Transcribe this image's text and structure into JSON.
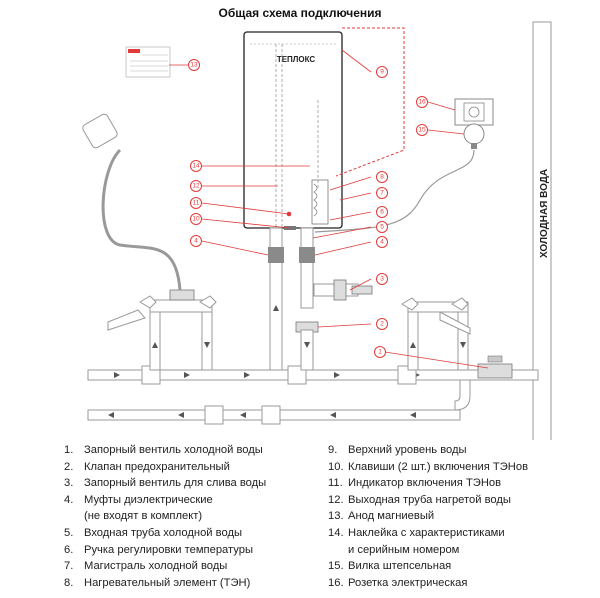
{
  "title": "Общая схема подключения",
  "brand": "ТЕПЛОКС",
  "wall_label": "ХОЛОДНАЯ ВОДА",
  "callouts": [
    "1",
    "2",
    "3",
    "4",
    "4",
    "5",
    "6",
    "7",
    "8",
    "9",
    "10",
    "11",
    "12",
    "13",
    "14",
    "15",
    "16"
  ],
  "legend_left": [
    {
      "num": "1.",
      "text": "Запорный вентиль холодной воды"
    },
    {
      "num": "2.",
      "text": "Клапан предохранительный"
    },
    {
      "num": "3.",
      "text": "Запорный вентиль для слива воды"
    },
    {
      "num": "4.",
      "text": "Муфты диэлектрические"
    },
    {
      "num": "",
      "text": "(не входят в комплект)"
    },
    {
      "num": "5.",
      "text": "Входная труба холодной воды"
    },
    {
      "num": "6.",
      "text": "Ручка регулировки температуры"
    },
    {
      "num": "7.",
      "text": "Магистраль холодной воды"
    },
    {
      "num": "8.",
      "text": "Нагревательный элемент (ТЭН)"
    }
  ],
  "legend_right": [
    {
      "num": "9.",
      "text": "Верхний уровень воды"
    },
    {
      "num": "10.",
      "text": "Клавиши (2 шт.) включения ТЭНов"
    },
    {
      "num": "11.",
      "text": "Индикатор включения ТЭНов"
    },
    {
      "num": "12.",
      "text": "Выходная труба нагретой воды"
    },
    {
      "num": "13.",
      "text": "Анод магниевый"
    },
    {
      "num": "14.",
      "text": "Наклейка с характеристиками"
    },
    {
      "num": "",
      "text": "и серийным номером"
    },
    {
      "num": "15.",
      "text": "Вилка штепсельная"
    },
    {
      "num": "16.",
      "text": "Розетка электрическая"
    }
  ],
  "colors": {
    "accent": "#e23a3a",
    "pipe": "#9a9a9a",
    "muff": "#8a8a8a",
    "text": "#222222"
  }
}
